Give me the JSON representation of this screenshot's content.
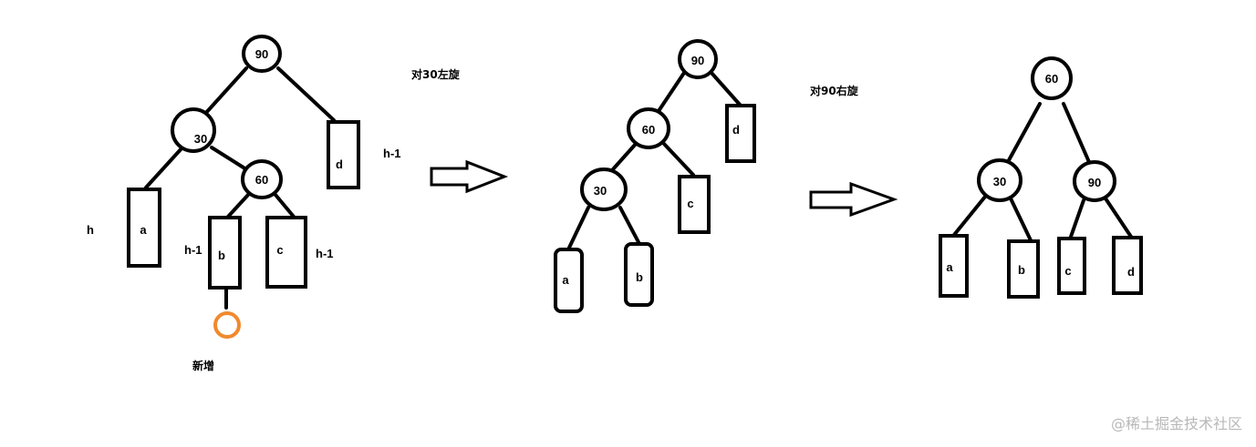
{
  "diagram": {
    "tree1": {
      "nodes": {
        "n90": "90",
        "n30": "30",
        "n60": "60"
      },
      "boxes": {
        "a": "a",
        "b": "b",
        "c": "c",
        "d": "d"
      },
      "heights": {
        "d": "h-1",
        "a": "h",
        "b": "h-1",
        "c": "h-1"
      },
      "new_node_label": "新增",
      "new_node_color": "#f08a2e"
    },
    "step1_label": "对30左旋",
    "tree2": {
      "nodes": {
        "n90": "90",
        "n60": "60",
        "n30": "30"
      },
      "boxes": {
        "a": "a",
        "b": "b",
        "c": "c",
        "d": "d"
      }
    },
    "step2_label": "对90右旋",
    "tree3": {
      "nodes": {
        "n60": "60",
        "n30": "30",
        "n90": "90"
      },
      "boxes": {
        "a": "a",
        "b": "b",
        "c": "c",
        "d": "d"
      }
    }
  },
  "watermark": "@稀土掘金技术社区"
}
